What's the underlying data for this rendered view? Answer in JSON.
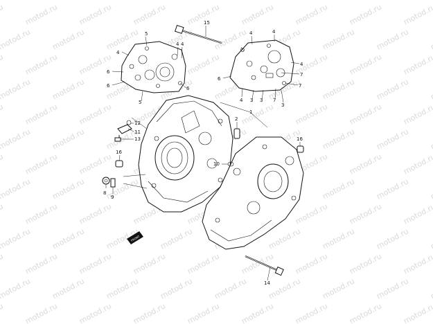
{
  "watermark": {
    "text": "motod.ru"
  },
  "front_badge": {
    "text": "FRONT"
  },
  "callouts": {
    "c1": "1",
    "c2": "2",
    "c3a": "3",
    "c3b": "3",
    "c3c": "3",
    "c4a": "4",
    "c4b": "4",
    "c4c": "4",
    "c4d": "4",
    "c4e": "4",
    "c4f": "4",
    "c4g": "4",
    "c5a": "5",
    "c5b": "5",
    "c6a": "6",
    "c6b": "6",
    "c6c": "6",
    "c6d": "6",
    "c7a": "7",
    "c7b": "7",
    "c8": "8",
    "c9": "9",
    "c10": "10",
    "c11": "11",
    "c12": "12",
    "c13": "13",
    "c14": "14",
    "c15": "15",
    "c16a": "16",
    "c16b": "16"
  }
}
